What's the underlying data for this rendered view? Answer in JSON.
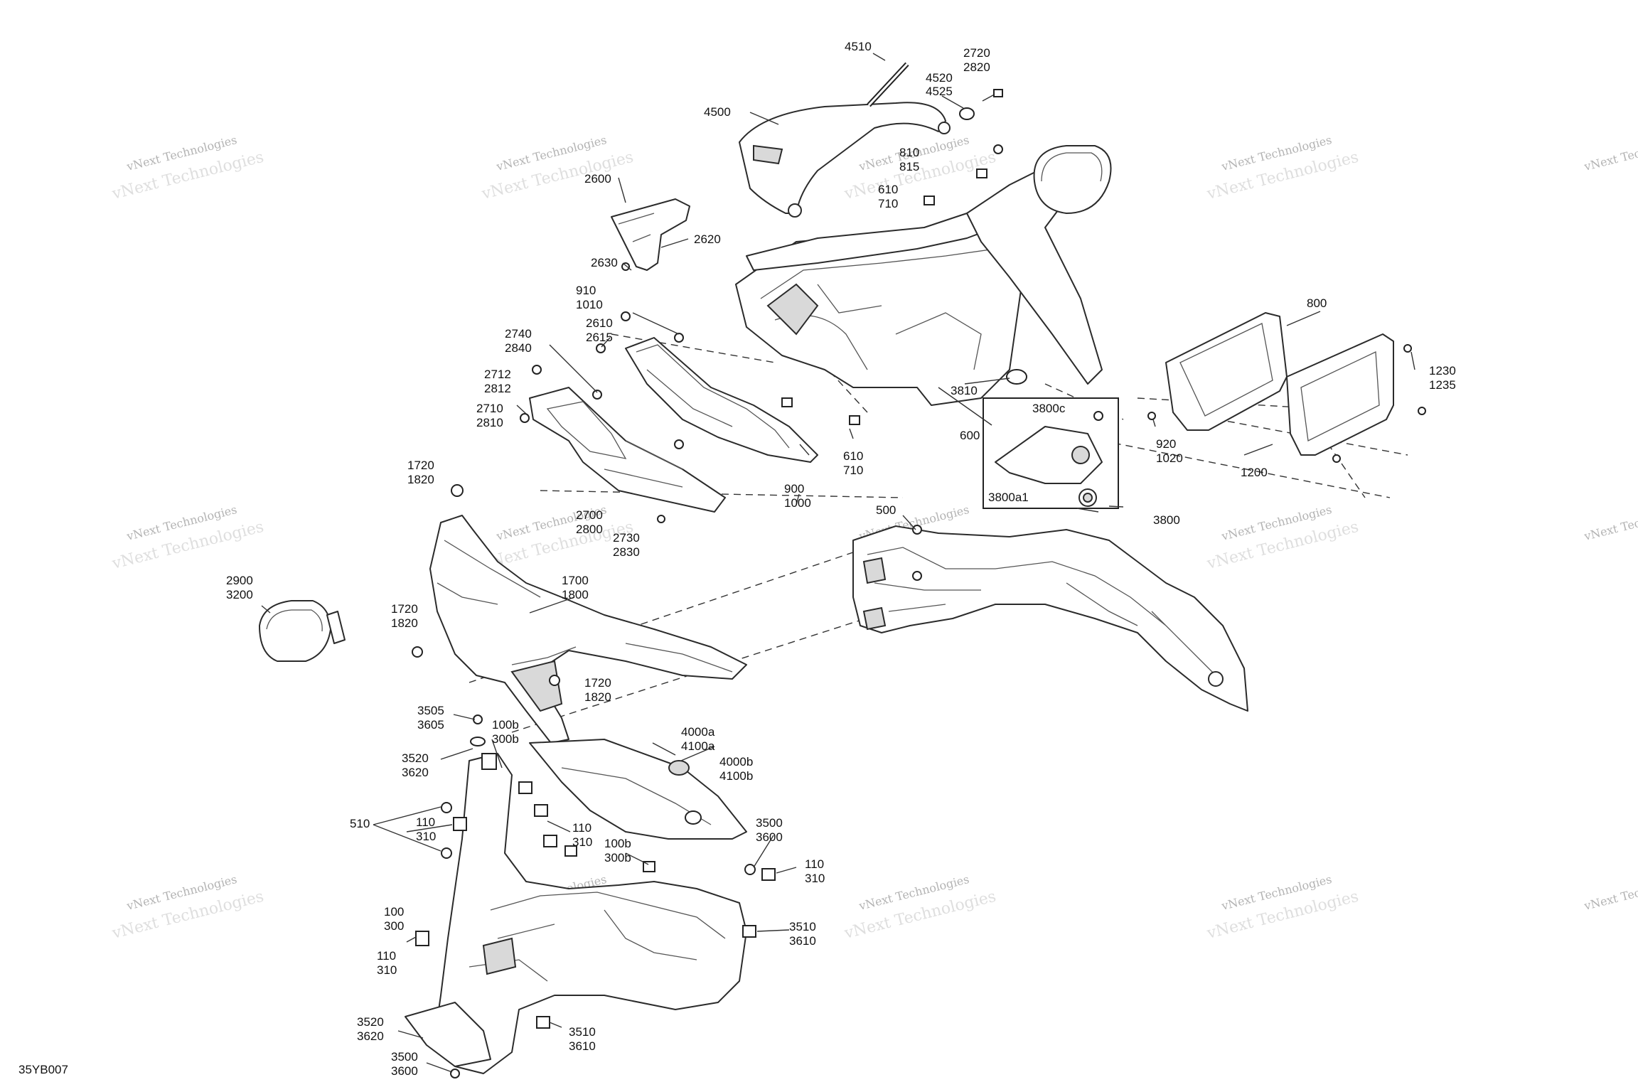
{
  "drawing_id": "35YB007",
  "watermark": {
    "line1": "vNext Technologies",
    "line2": "vNext Technologies"
  },
  "labels": {
    "l4510": "4510",
    "l2720_2820": [
      "2720",
      "2820"
    ],
    "l4520_4525": [
      "4520",
      "4525"
    ],
    "l4500": "4500",
    "l810_815": [
      "810",
      "815"
    ],
    "l610_710_top": [
      "610",
      "710"
    ],
    "l2600": "2600",
    "l2620": "2620",
    "l2630": "2630",
    "l910_1010": [
      "910",
      "1010"
    ],
    "l2610_2615": [
      "2610",
      "2615"
    ],
    "l2740_2840": [
      "2740",
      "2840"
    ],
    "l2712_2812": [
      "2712",
      "2812"
    ],
    "l2710_2810": [
      "2710",
      "2810"
    ],
    "l800": "800",
    "l1230_1235": [
      "1230",
      "1235"
    ],
    "l3810": "3810",
    "l3800c": "3800c",
    "l600": "600",
    "l610_710_mid": [
      "610",
      "710"
    ],
    "l900_1000": [
      "900",
      "1000"
    ],
    "l920_1020": [
      "920",
      "1020"
    ],
    "l1200": "1200",
    "l3800a1": "3800a1",
    "l3800": "3800",
    "l1720_1820_a": [
      "1720",
      "1820"
    ],
    "l2700_2800": [
      "2700",
      "2800"
    ],
    "l2730_2830": [
      "2730",
      "2830"
    ],
    "l500": "500",
    "l2900_3200": [
      "2900",
      "3200"
    ],
    "l1700_1800": [
      "1700",
      "1800"
    ],
    "l1720_1820_b": [
      "1720",
      "1820"
    ],
    "l1720_1820_c": [
      "1720",
      "1820"
    ],
    "l3505_3605": [
      "3505",
      "3605"
    ],
    "l100b_300b_a": [
      "100b",
      "300b"
    ],
    "l4000a_4100a": [
      "4000a",
      "4100a"
    ],
    "l3520_3620_a": [
      "3520",
      "3620"
    ],
    "l4000b_4100b": [
      "4000b",
      "4100b"
    ],
    "l510": "510",
    "l110_310_a": [
      "110",
      "310"
    ],
    "l110_310_b": [
      "110",
      "310"
    ],
    "l3500_3600_a": [
      "3500",
      "3600"
    ],
    "l100b_300b_b": [
      "100b",
      "300b"
    ],
    "l110_310_c": [
      "110",
      "310"
    ],
    "l100_300": [
      "100",
      "300"
    ],
    "l3510_3610_a": [
      "3510",
      "3610"
    ],
    "l110_310_d": [
      "110",
      "310"
    ],
    "l3520_3620_b": [
      "3520",
      "3620"
    ],
    "l3510_3610_b": [
      "3510",
      "3610"
    ],
    "l3500_3600_b": [
      "3500",
      "3600"
    ]
  }
}
